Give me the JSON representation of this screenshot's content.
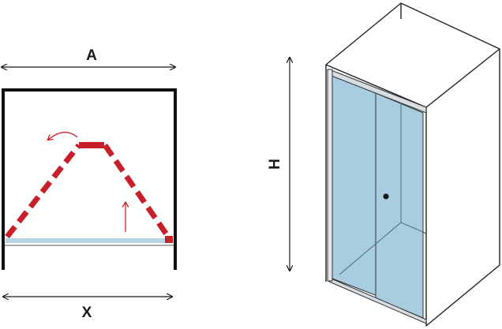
{
  "plan_view": {
    "top_dimension_label": "A",
    "bottom_dimension_label": "X",
    "swing_color": "#c8202a",
    "glass_color": "#b8d3e3",
    "wall_color": "#111111"
  },
  "perspective_view": {
    "height_dimension_label": "H",
    "glass_color": "#a9cde0",
    "frame_color": "#333333"
  }
}
